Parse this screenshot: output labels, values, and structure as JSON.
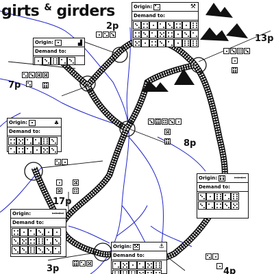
{
  "title": {
    "word1": "girts",
    "amp": "&",
    "word2": "girders"
  },
  "labels": {
    "origin": "Origin:",
    "demand": "Demand to:"
  },
  "points": {
    "p2": "2p",
    "p13": "13p",
    "p7": "7p",
    "p8": "8p",
    "p17": "17p",
    "p3": "3p",
    "p4": "4p"
  },
  "cities": [
    {
      "id": "top",
      "origin_pips": 2,
      "demand_icon": "hammer-icon"
    },
    {
      "id": "upper-left",
      "origin_pips": 1,
      "demand_icon": "factory-icon"
    },
    {
      "id": "mid-left",
      "origin_pips": 1,
      "demand_icon": "cluster-icon"
    },
    {
      "id": "right",
      "origin_pips": 6,
      "demand_icon": "crowd-icon"
    },
    {
      "id": "lower-left",
      "origin_pips": 0,
      "demand_icon": "crowd-icon"
    },
    {
      "id": "bottom",
      "origin_pips": 5,
      "demand_icon": "anchor-icon"
    }
  ],
  "colors": {
    "river": "#1e22c8",
    "ink": "#111111",
    "background": "#ffffff"
  }
}
